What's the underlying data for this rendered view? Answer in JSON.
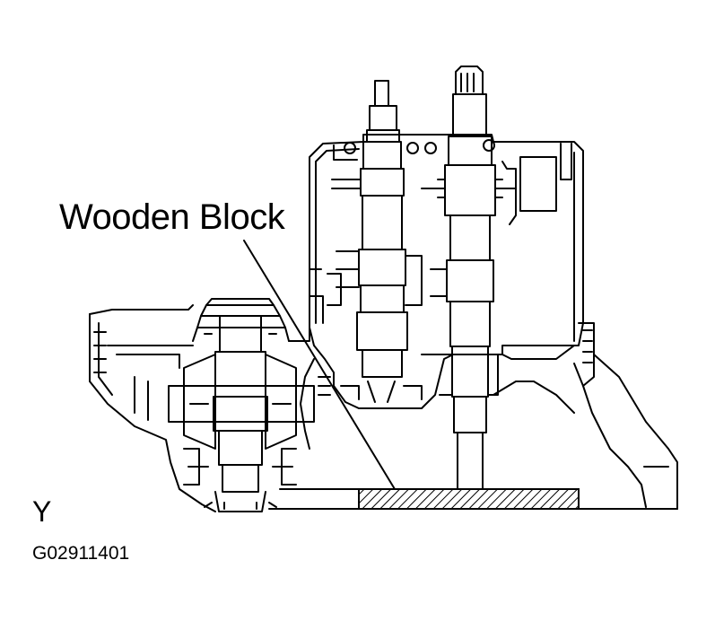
{
  "diagram": {
    "callout_label": "Wooden Block",
    "view_letter": "Y",
    "figure_code": "G02911401",
    "line_color": "#000000",
    "background_color": "#ffffff"
  }
}
